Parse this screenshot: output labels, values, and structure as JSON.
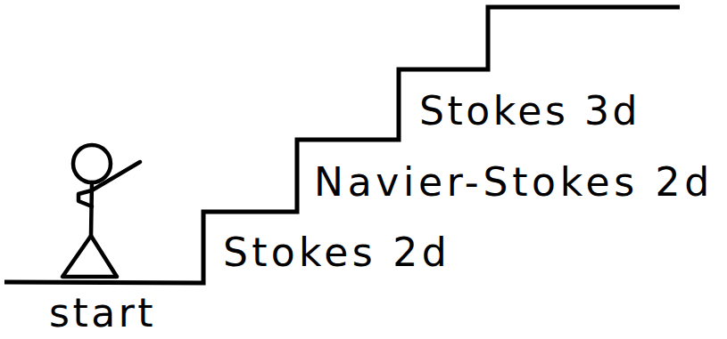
{
  "diagram": {
    "labels": [
      "start",
      "Stokes 2d",
      "Navier-Stokes 2d",
      "Stokes 3d"
    ]
  }
}
